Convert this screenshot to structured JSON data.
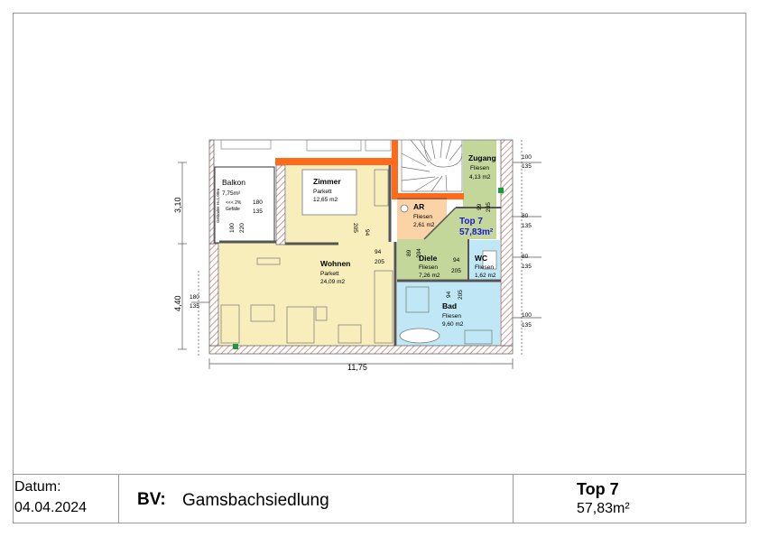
{
  "plan": {
    "rooms": {
      "zugang": {
        "name": "Zugang",
        "floor": "Fliesen",
        "area": "4,13 m2"
      },
      "zimmer": {
        "name": "Zimmer",
        "floor": "Parkett",
        "area": "12,65 m2"
      },
      "balkon": {
        "name": "Balkon",
        "area": "7,75m²",
        "slope": "<<< 2%",
        "slope_label": "Gefälle",
        "railing": "Geländer H=1,00m"
      },
      "ar": {
        "name": "AR",
        "floor": "Fliesen",
        "area": "2,61 m2"
      },
      "wohnen": {
        "name": "Wohnen",
        "floor": "Parkett",
        "area": "24,09 m2"
      },
      "diele": {
        "name": "Diele",
        "floor": "Fliesen",
        "area": "7,26 m2"
      },
      "wc": {
        "name": "WC",
        "floor": "Fliesen",
        "area": "1,62 m2"
      },
      "bad": {
        "name": "Bad",
        "floor": "Fliesen",
        "area": "9,60 m2"
      }
    },
    "unit_label": "Top 7",
    "unit_area": "57,83m²",
    "dim_width": "11,75",
    "dim_left_upper": "3,10",
    "dim_left_lower": "4,40",
    "openings": {
      "o1": "180",
      "o2": "135",
      "o3": "100",
      "o4": "220",
      "o5": "94",
      "o6": "205",
      "o7": "94",
      "o8": "205",
      "o9": "89",
      "o10": "204",
      "o11": "94",
      "o12": "205",
      "o13": "99",
      "o14": "205",
      "o15": "94",
      "o16": "205",
      "o17": "180",
      "o18": "135",
      "o19": "100",
      "o20": "135",
      "o21": "80",
      "o22": "135",
      "o23": "80",
      "o24": "135",
      "o25": "100",
      "o26": "135"
    }
  },
  "footer": {
    "date_label": "Datum:",
    "date_value": "04.04.2024",
    "bv_label": "BV:",
    "bv_value": "Gamsbachsiedlung",
    "top_label": "Top 7",
    "top_area": "57,83m²"
  },
  "colors": {
    "parkett": "#f7eebc",
    "fliesen_green": "#c4d79b",
    "fliesen_orange": "#fbd3a6",
    "fliesen_blue": "#bfe7f5",
    "wall_hatch": "#c87d7d",
    "wall_orange": "#ff6b1a",
    "unit_blue": "#1a1acc"
  }
}
